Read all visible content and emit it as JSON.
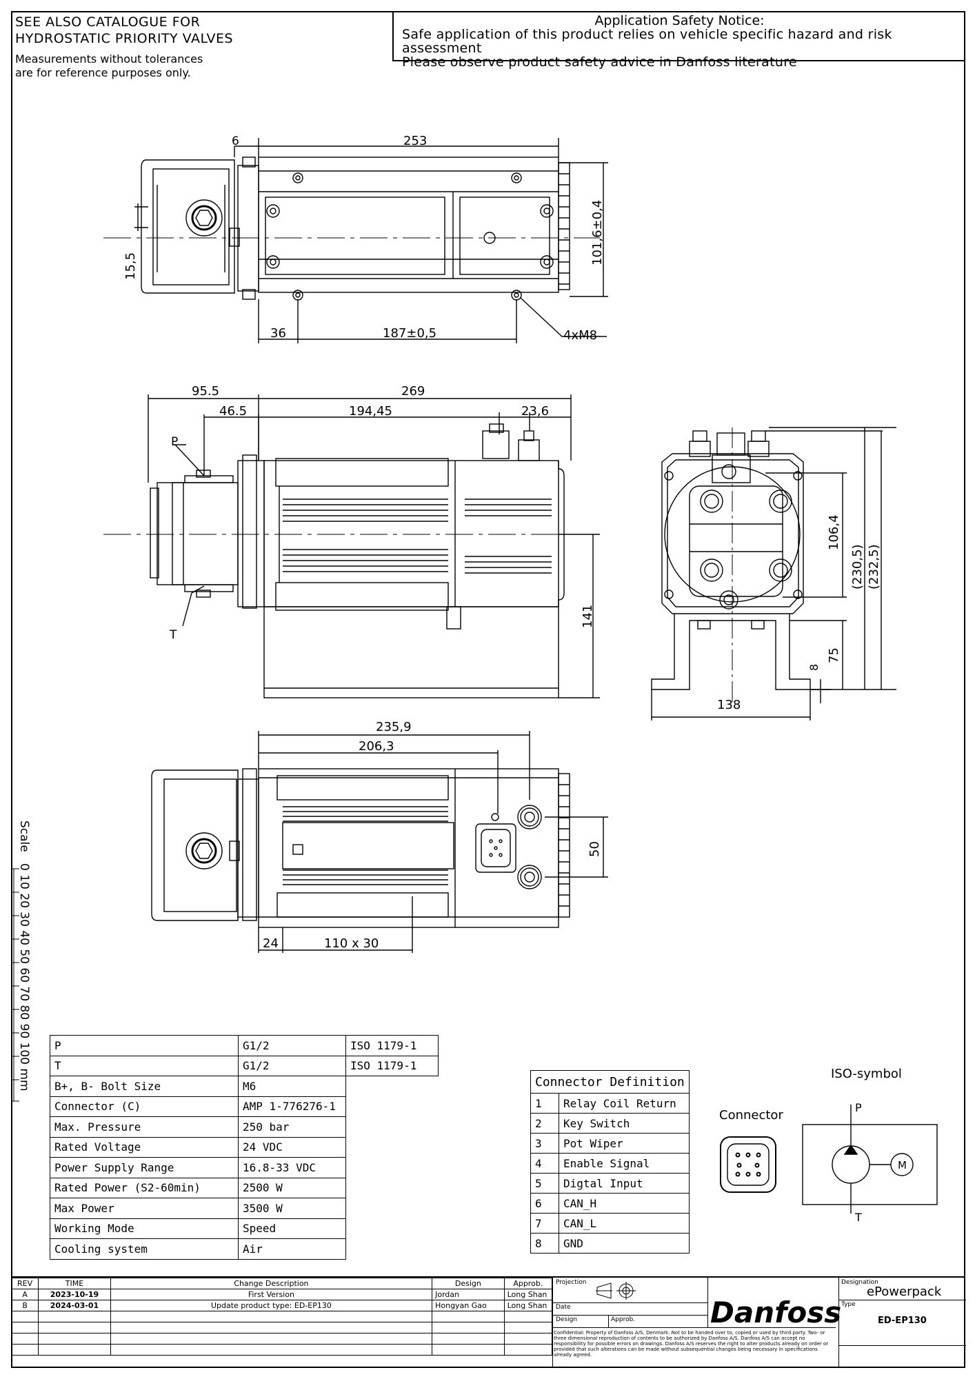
{
  "header": {
    "catalogue_line1": "SEE ALSO CATALOGUE FOR",
    "catalogue_line2": "HYDROSTATIC PRIORITY VALVES",
    "ref_line1": "Measurements without tolerances",
    "ref_line2": "are for reference purposes only.",
    "notice_title": "Application Safety Notice:",
    "notice_line1": "Safe application of this product relies on vehicle specific hazard and risk assessment",
    "notice_line2": "Please observe product safety advice in Danfoss literature"
  },
  "dims": {
    "top": {
      "d6": "6",
      "d253": "253",
      "d15_5": "15,5",
      "d101": "101,6±0,4",
      "d36": "36",
      "d187": "187±0,5",
      "bolts": "4xM8"
    },
    "side": {
      "d95": "95.5",
      "d269": "269",
      "d46": "46.5",
      "d194": "194,45",
      "d23": "23,6",
      "p": "P",
      "t": "T",
      "d141": "141"
    },
    "end": {
      "d106": "106,4",
      "d230": "(230,5)",
      "d232": "(232,5)",
      "d75": "75",
      "d8": "8",
      "d138": "138"
    },
    "bottom": {
      "d235": "235,9",
      "d206": "206,3",
      "d50": "50",
      "d24": "24",
      "d110": "110 x 30"
    }
  },
  "scale": {
    "label": "Scale",
    "ticks": "0 10 20 30 40 50 60 70 80 90 100 mm"
  },
  "spec_table": [
    [
      "P",
      "G1/2"
    ],
    [
      "T",
      "G1/2"
    ],
    [
      "B+, B- Bolt Size",
      "M6"
    ],
    [
      "Connector (C)",
      "AMP 1-776276-1"
    ],
    [
      "Max. Pressure",
      "250 bar"
    ],
    [
      "Rated Voltage",
      "24 VDC"
    ],
    [
      "Power Supply Range",
      "16.8-33 VDC"
    ],
    [
      "Rated Power (S2-60min)",
      "2500 W"
    ],
    [
      "Max Power",
      "3500 W"
    ],
    [
      "Working Mode",
      "Speed"
    ],
    [
      "Cooling system",
      "Air"
    ]
  ],
  "iso_refs": [
    "ISO 1179-1",
    "ISO 1179-1"
  ],
  "connector_table": {
    "title": "Connector Definition",
    "rows": [
      [
        "1",
        "Relay Coil Return"
      ],
      [
        "2",
        "Key Switch"
      ],
      [
        "3",
        "Pot Wiper"
      ],
      [
        "4",
        "Enable Signal"
      ],
      [
        "5",
        "Digtal Input"
      ],
      [
        "6",
        "CAN_H"
      ],
      [
        "7",
        "CAN_L"
      ],
      [
        "8",
        "GND"
      ]
    ]
  },
  "connector_label": "Connector",
  "iso_symbol": {
    "title": "ISO-symbol",
    "p": "P",
    "t": "T",
    "m": "M"
  },
  "title_block": {
    "col_rev": "REV",
    "col_time": "TIME",
    "col_change": "Change Description",
    "col_design": "Design",
    "col_approb": "Approb.",
    "revisions": [
      [
        "A",
        "2023-10-19",
        "First Version",
        "Jordan",
        "Long Shan"
      ],
      [
        "B",
        "2024-03-01",
        "Update product type: ED-EP130",
        "Hongyan Gao",
        "Long Shan"
      ]
    ],
    "projection": "Projection",
    "date": "Date",
    "design": "Design",
    "approb": "Approb.",
    "confidential": "Confidential: Property of Danfoss A/S, Denmark. Not to be handed over to, copied or used by third party. Two- or three dimensional reproduction of contents to be authorized by Danfoss A/S. Danfoss A/S can accept no responsibility for possible errors on drawings. Danfoss A/S reserves the right to alter products already on order or provided that such alterations can be made without subsequential changes being necessary in specifications already agreed.",
    "brand": "Danfoss",
    "designation_label": "Designation",
    "designation": "ePowerpack",
    "type_label": "Type",
    "type": "ED-EP130"
  },
  "colors": {
    "ink": "#000000",
    "paper": "#ffffff"
  }
}
